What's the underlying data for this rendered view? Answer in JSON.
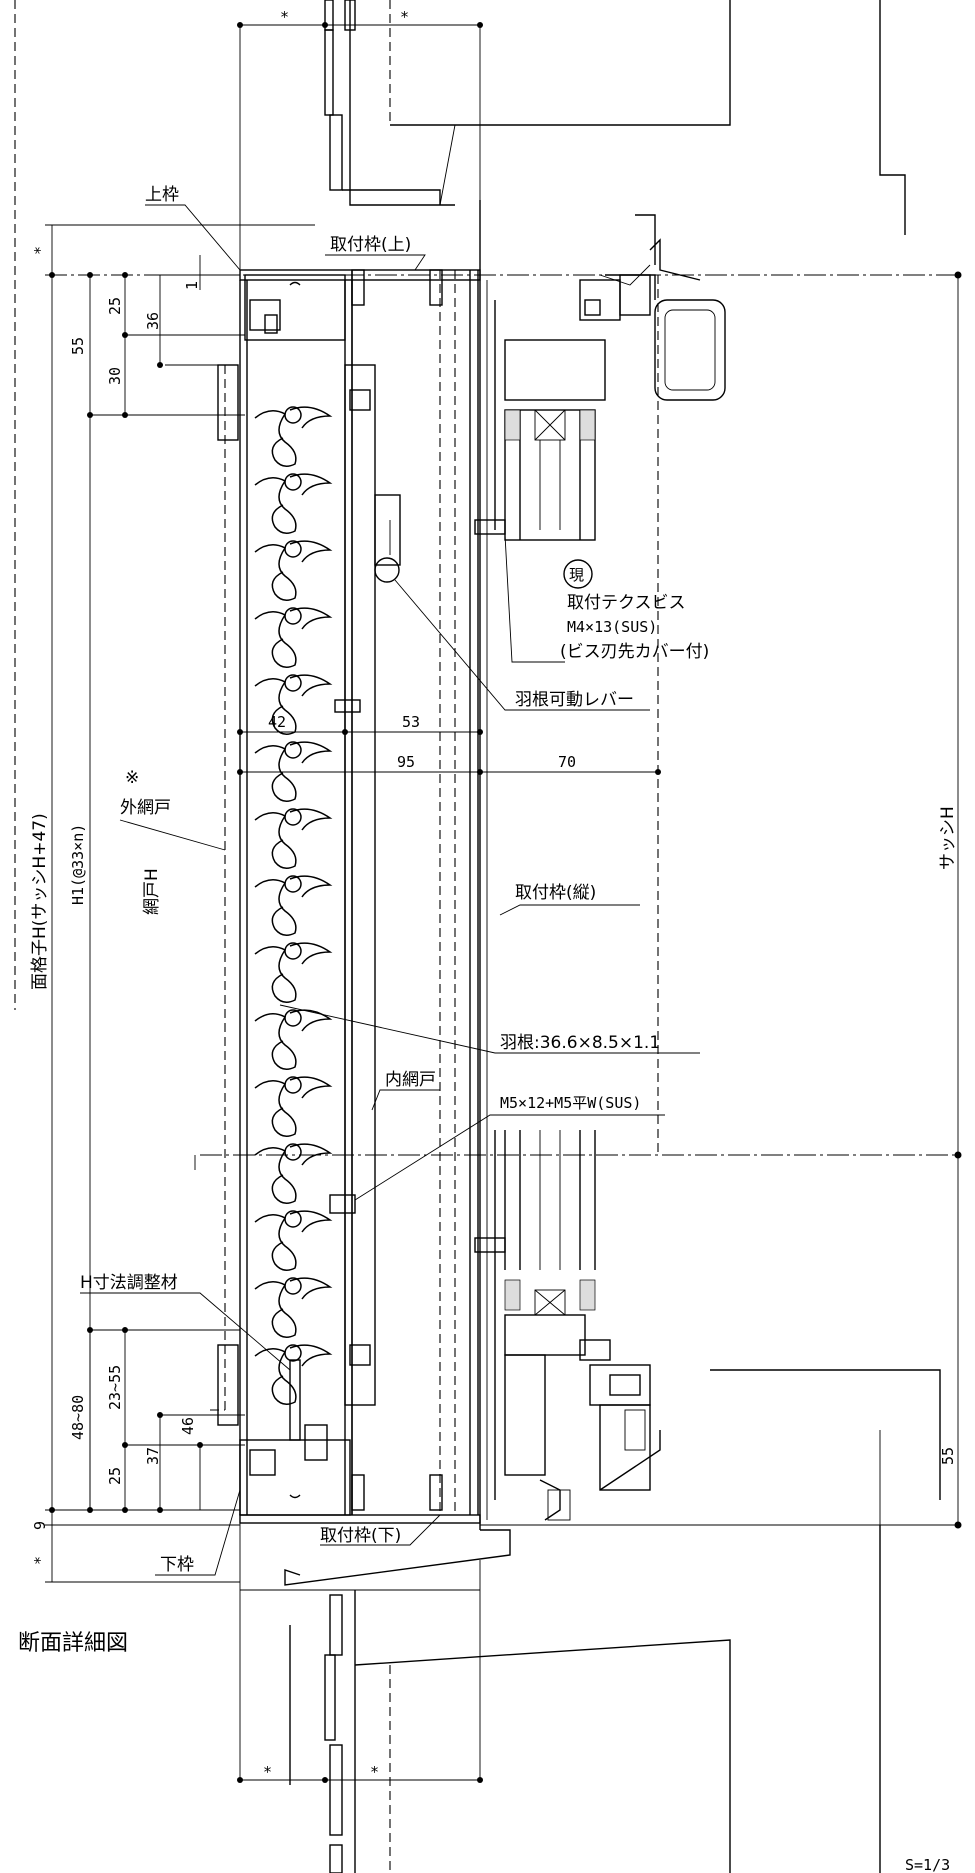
{
  "labels": {
    "top_frame": "上枠",
    "mount_frame_top": "取付枠(上)",
    "screw_mark": "現",
    "screw_name": "取付テクスビス",
    "screw_spec": "M4×13(SUS)",
    "screw_note": "(ビス刃先カバー付)",
    "lever": "羽根可動レバー",
    "outer_screen": "外網戸",
    "note_mark": "※",
    "mount_frame_vertical": "取付枠(縦)",
    "blade": "羽根:36.6×8.5×1.1",
    "inner_screen": "内網戸",
    "bolt": "M5×12+M5平W(SUS)",
    "adjuster": "H寸法調整材",
    "mount_frame_bottom": "取付枠(下)",
    "bottom_frame": "下枠",
    "title": "断面詳細図",
    "scale": "S=1/3"
  },
  "vertical_dims": {
    "grille_h": "面格子H(サッシH+47)",
    "h1": "H1(@33×n)",
    "screen_h": "網戸H",
    "sash_h": "サッシH"
  },
  "dims": {
    "d1": "1",
    "d25_top": "25",
    "d36": "36",
    "d55_top": "55",
    "d30": "30",
    "d42": "42",
    "d53": "53",
    "d95": "95",
    "d70": "70",
    "d23_55": "23~55",
    "d48_80": "48~80",
    "d46": "46",
    "d25_bot": "25",
    "d37": "37",
    "d55_bot": "55",
    "d9": "9",
    "star": "*"
  }
}
